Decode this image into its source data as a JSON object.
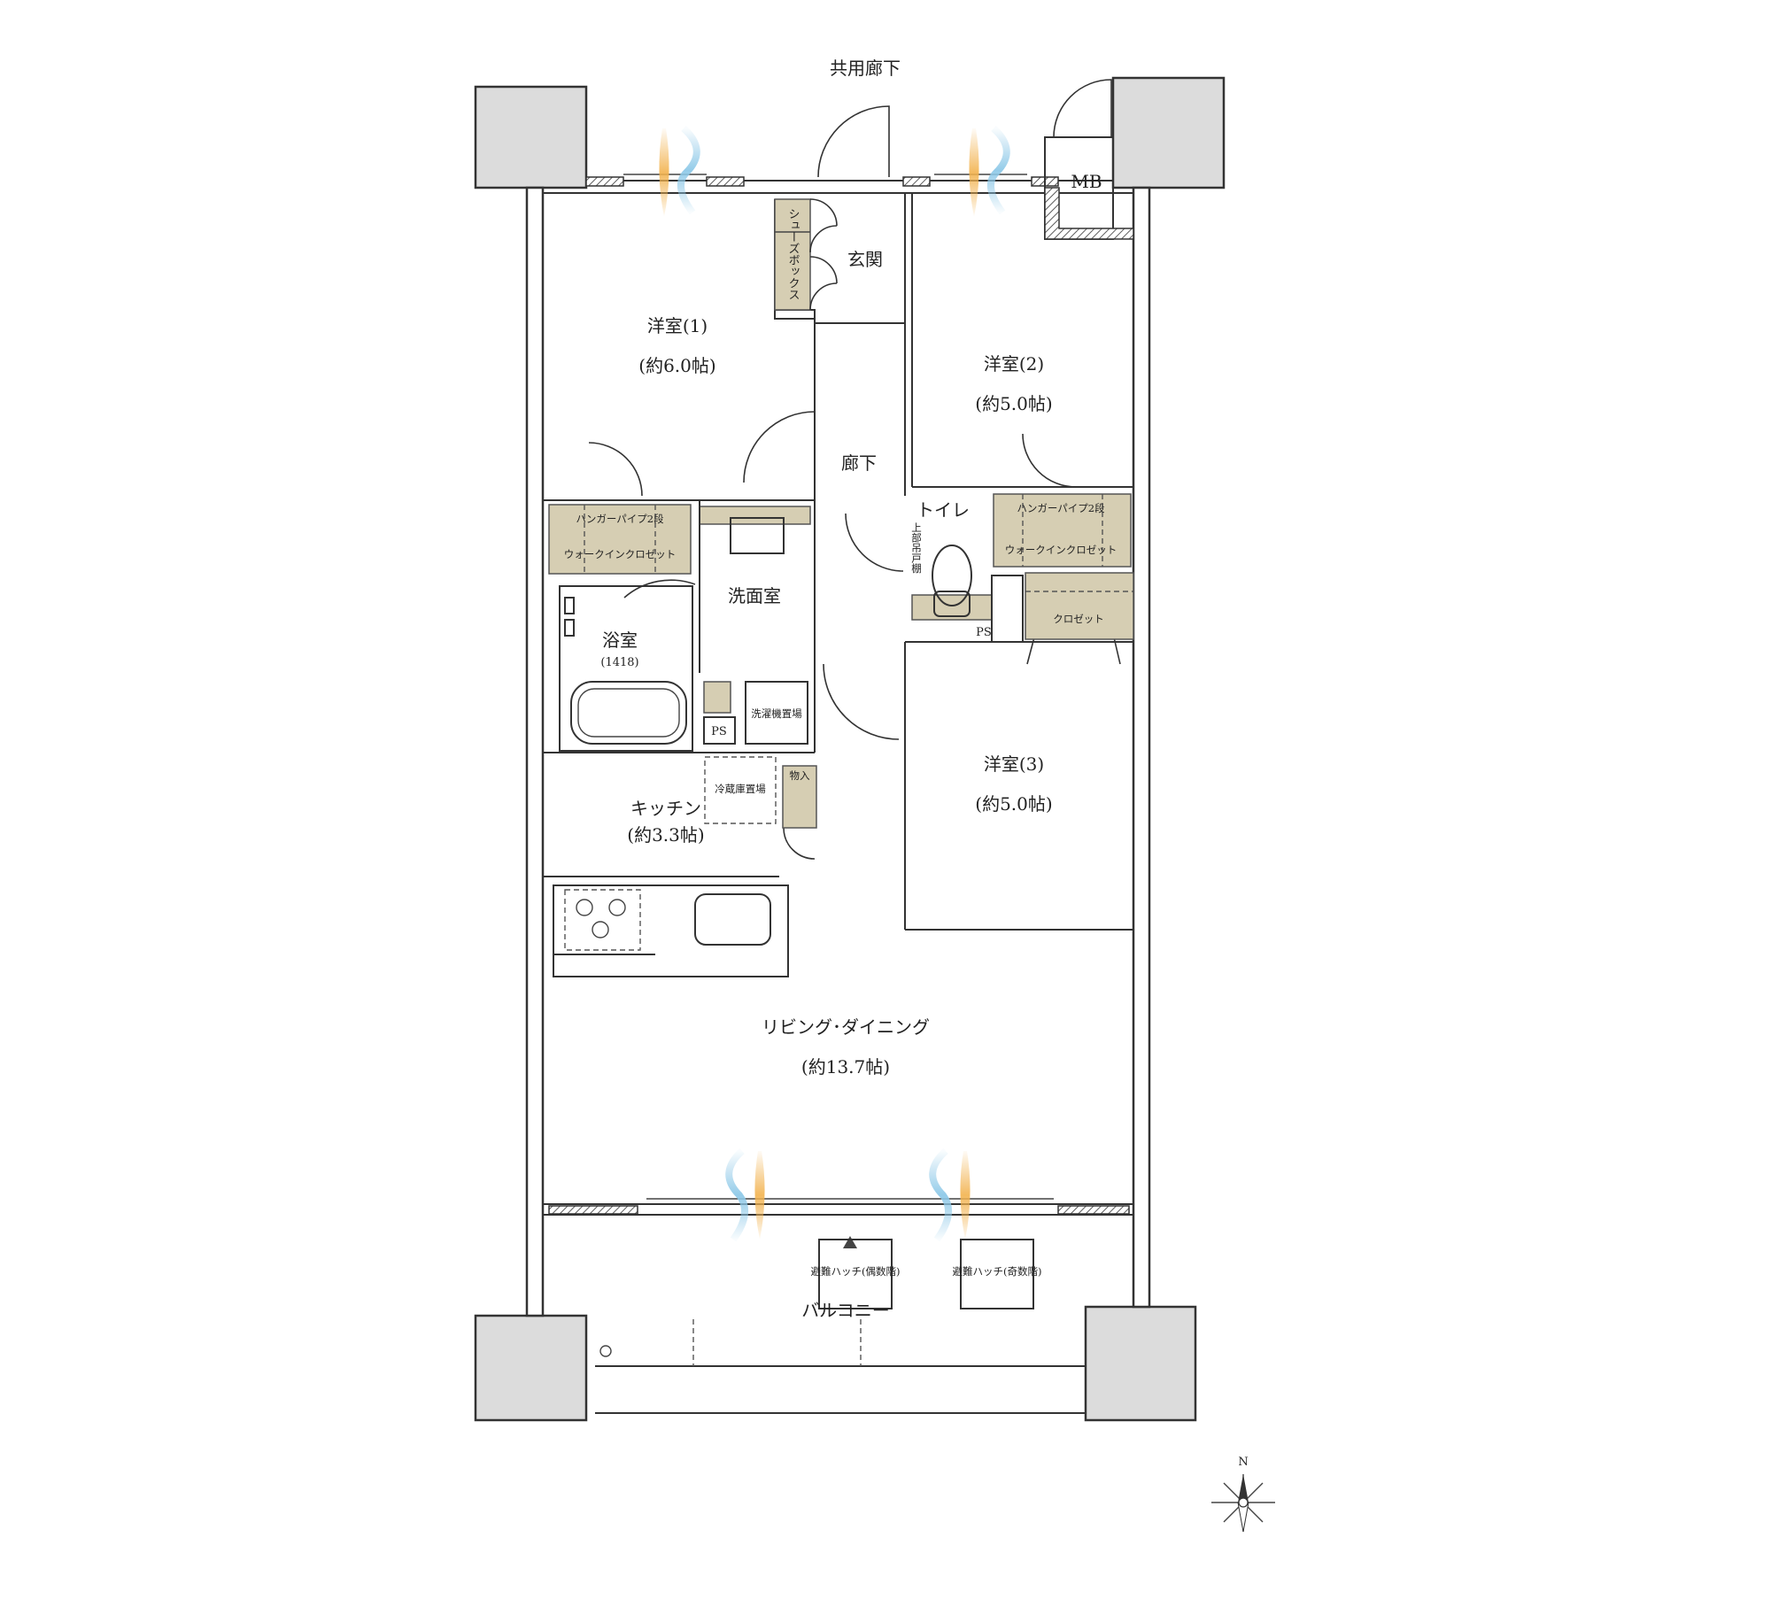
{
  "labels": {
    "corridor_shared": "共用廊下",
    "mb": "MB",
    "entrance": "玄関",
    "shoe_box": "シューズボックス",
    "room1_name": "洋室(1)",
    "room1_size": "(約6.0帖)",
    "room2_name": "洋室(2)",
    "room2_size": "(約5.0帖)",
    "hallway": "廊下",
    "toilet": "トイレ",
    "upper_cabinet": "上部吊戸棚",
    "hanger_pipe_left": "ハンガーパイプ2段",
    "walkin_left": "ウォークインクロゼット",
    "hanger_pipe_right": "ハンガーパイプ2段",
    "walkin_right": "ウォークインクロゼット",
    "closet": "クロゼット",
    "ps_toilet": "PS",
    "washroom": "洗面室",
    "bathroom": "浴室",
    "bathroom_size": "(1418)",
    "ps_bath": "PS",
    "washer": "洗濯機置場",
    "fridge": "冷蔵庫置場",
    "storage": "物入",
    "kitchen_name": "キッチン",
    "kitchen_size": "(約3.3帖)",
    "room3_name": "洋室(3)",
    "room3_size": "(約5.0帖)",
    "living_name": "リビング･ダイニング",
    "living_size": "(約13.7帖)",
    "hatch_even": "避難ハッチ(偶数階)",
    "hatch_odd": "避難ハッチ(奇数階)",
    "balcony": "バルコニー",
    "north": "N"
  },
  "colors": {
    "wall": "#333333",
    "column": "#dcdcdc",
    "closet_fill": "#d6ceb3",
    "air_orange": "#f2b24d",
    "air_blue": "#8ec9e8"
  }
}
